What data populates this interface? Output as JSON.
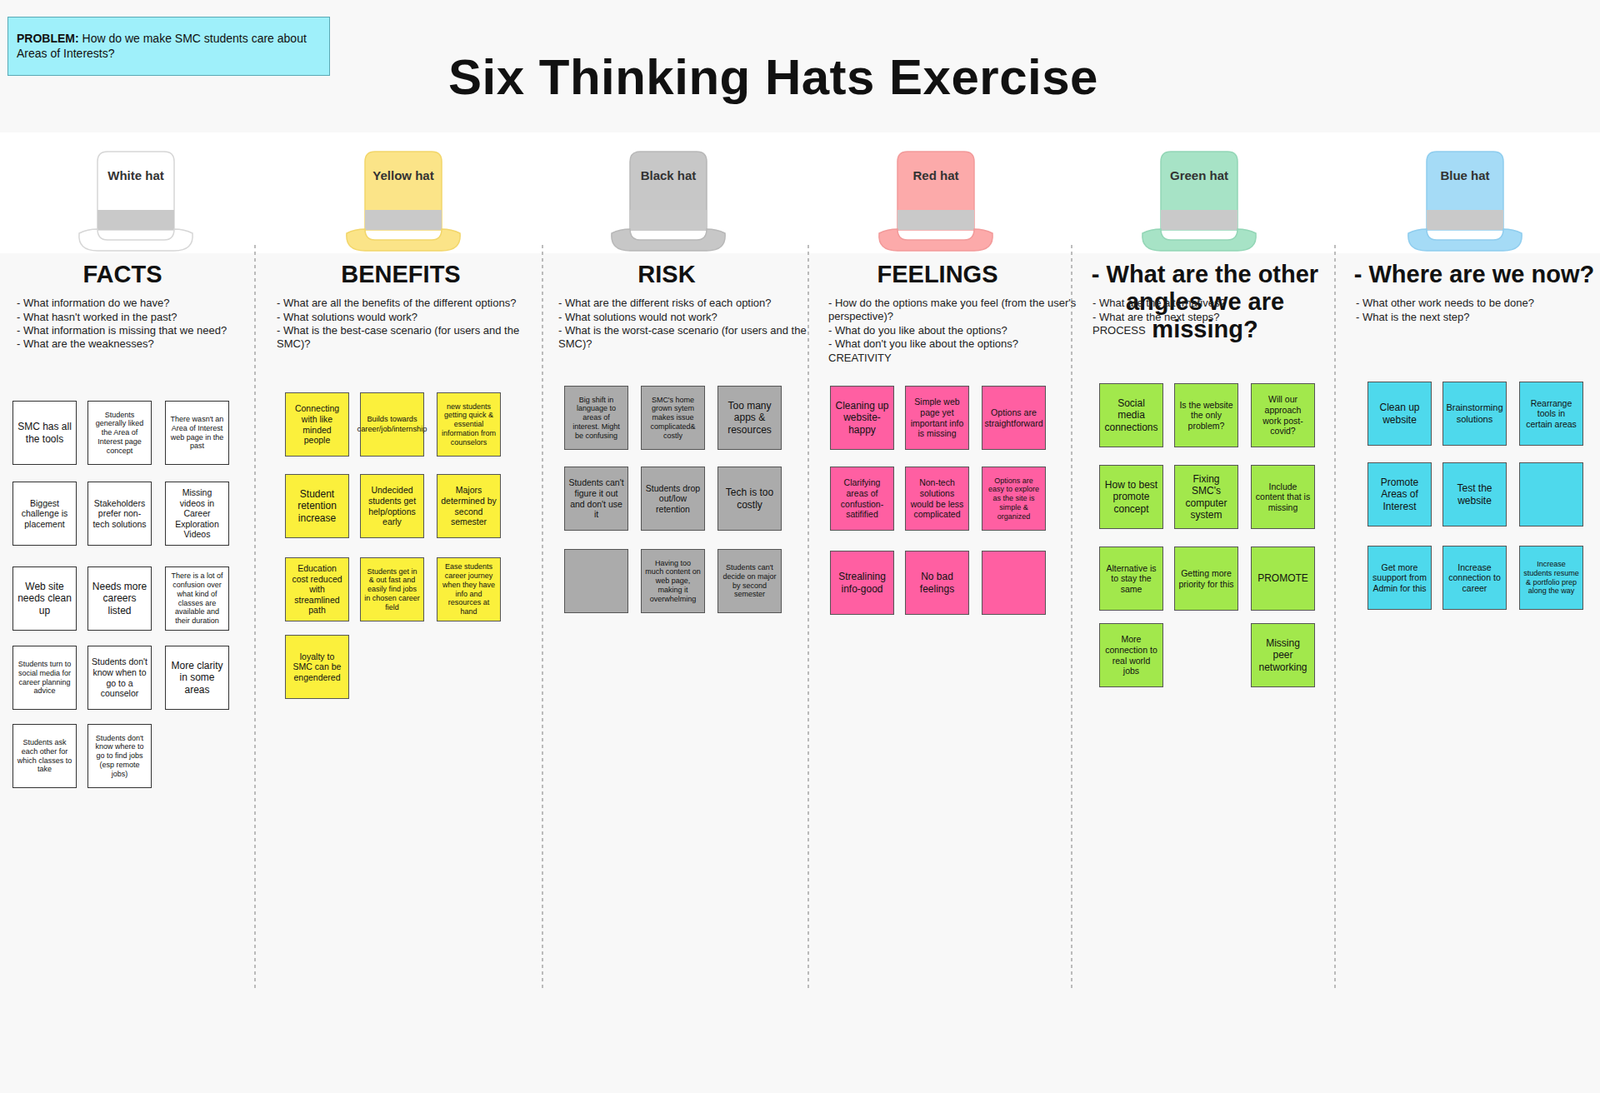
{
  "diagram": {
    "title": "Six Thinking Hats Exercise",
    "nodes": [
      {
        "text": [
          "PROBLEM:",
          "How do we make SMC students care about Areas of Interests?"
        ]
      },
      {
        "text": [
          "White hat"
        ]
      },
      {
        "text": [
          "Yellow hat"
        ]
      },
      {
        "text": [
          "Black hat"
        ]
      },
      {
        "text": [
          "Red hat"
        ]
      },
      {
        "text": [
          "Green hat"
        ]
      },
      {
        "text": [
          "Blue hat"
        ]
      },
      {
        "text": [
          "SMC has all the tools"
        ]
      },
      {
        "text": [
          "Students generally liked the Area of Interest page concept"
        ]
      },
      {
        "text": [
          "There wasn't an Area of Interest web page in the past"
        ]
      },
      {
        "text": [
          "Biggest challenge is placement"
        ]
      },
      {
        "text": [
          "Stakeholders prefer non-tech solutions"
        ]
      },
      {
        "text": [
          "Missing videos in Career Exploration Videos"
        ]
      },
      {
        "text": [
          "Web site needs clean up"
        ]
      },
      {
        "text": [
          "Needs more careers listed"
        ]
      },
      {
        "text": [
          "There is a lot of confusion over what kind of classes are available and their duration"
        ]
      },
      {
        "text": [
          "Students turn to social media for career planning advice"
        ]
      },
      {
        "text": [
          "Students don't know when to go to a counselor"
        ]
      },
      {
        "text": [
          "More clarity in some areas"
        ]
      },
      {
        "text": [
          "Students ask each other for which classes to take"
        ]
      },
      {
        "text": [
          "Students don't know where to go to find jobs (esp remote jobs)"
        ]
      },
      {
        "text": [
          "Connecting with like minded people"
        ]
      },
      {
        "text": [
          "Builds towards career/job/internship"
        ]
      },
      {
        "text": [
          "new students getting quick & essential information from counselors"
        ]
      },
      {
        "text": [
          "Student retention increase"
        ]
      },
      {
        "text": [
          "Undecided students get help/options early"
        ]
      },
      {
        "text": [
          "Majors determined by second semester"
        ]
      },
      {
        "text": [
          "Education cost reduced with streamlined path"
        ]
      },
      {
        "text": [
          "Students get in & out fast and easily find jobs in chosen career field"
        ]
      },
      {
        "text": [
          "Ease students career journey when they have info and resources at hand"
        ]
      },
      {
        "text": [
          "loyalty to SMC can be engendered"
        ]
      },
      {
        "text": [
          "Big shift in language to areas of interest. Might be confusing"
        ]
      },
      {
        "text": [
          "SMC's home grown sytem makes issue complicated& costly"
        ]
      },
      {
        "text": [
          "Too many apps & resources"
        ]
      },
      {
        "text": [
          "Students can't figure it out and don't use it"
        ]
      },
      {
        "text": [
          "Students drop out/low retention"
        ]
      },
      {
        "text": [
          "Tech is too costly"
        ]
      },
      {
        "text": [
          "Having too much content on web page, making it overwhelming"
        ]
      },
      {
        "text": [
          "Students can't decide on major by second semester"
        ]
      },
      {
        "text": [
          "Cleaning up website-happy"
        ]
      },
      {
        "text": [
          "Simple web page yet important info is missing"
        ]
      },
      {
        "text": [
          "Options are straightforward"
        ]
      },
      {
        "text": [
          "Clarifying areas of confustion-satifified"
        ]
      },
      {
        "text": [
          "Non-tech solutions would be less complicated"
        ]
      },
      {
        "text": [
          "Options are easy to explore as the site is simple & organized"
        ]
      },
      {
        "text": [
          "Strealining info-good"
        ]
      },
      {
        "text": [
          "No bad feelings"
        ]
      },
      {
        "text": [
          "Social media connections"
        ]
      },
      {
        "text": [
          "Is the website the only problem?"
        ]
      },
      {
        "text": [
          "Will our approach work post-covid?"
        ]
      },
      {
        "text": [
          "How to best promote concept"
        ]
      },
      {
        "text": [
          "Fixing SMC's computer system"
        ]
      },
      {
        "text": [
          "Include content that is missing"
        ]
      },
      {
        "text": [
          "Alternative is to stay the same"
        ]
      },
      {
        "text": [
          "Getting more priority for this"
        ]
      },
      {
        "text": [
          "PROMOTE"
        ]
      },
      {
        "text": [
          "More connection to real world jobs"
        ]
      },
      {
        "text": [
          "Missing peer networking"
        ]
      },
      {
        "text": [
          "Clean up website"
        ]
      },
      {
        "text": [
          "Brainstorming solutions"
        ]
      },
      {
        "text": [
          "Rearrange tools in certain areas"
        ]
      },
      {
        "text": [
          "Promote Areas of Interest"
        ]
      },
      {
        "text": [
          "Test the website"
        ]
      },
      {
        "text": [
          "Get more suupport from Admin for this"
        ]
      },
      {
        "text": [
          "Increase connection to career"
        ]
      },
      {
        "text": [
          "Increase students resume & portfolio prep along the way"
        ]
      }
    ],
    "labels": [
      "FACTS",
      "- What information do we have?",
      "- What hasn't worked in the past?",
      "- What information is missing that we need?",
      "- What are the weaknesses?",
      "BENEFITS",
      "- What are all the benefits of the different options?",
      "- What solutions would work?",
      "- What is the best-case scenario (for users and the SMC)?",
      "RISK",
      "- What are the different risks of each option?",
      "- What solutions would not work?",
      "- What is the worst-case scenario (for users and the SMC)?",
      "FEELINGS",
      "- How do the options make you feel (from the user's perspective)?",
      "- What do you like about the options?",
      "- What don't you like about the options?",
      "CREATIVITY",
      "- What are the other angles we are missing?",
      "- What are the alternatives?",
      "- What are the next steps?",
      "PROCESS",
      "- Where are we now?",
      "- What other work needs to be done?",
      "- What is the next step?"
    ]
  }
}
